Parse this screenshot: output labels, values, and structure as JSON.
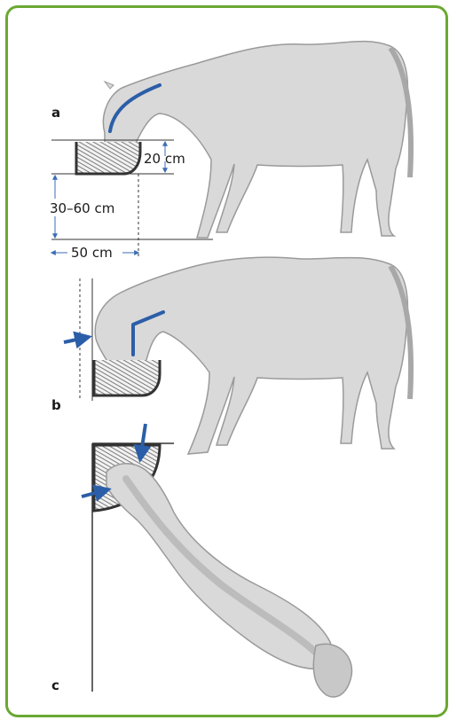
{
  "panels": {
    "a": {
      "label": "a"
    },
    "b": {
      "label": "b"
    },
    "c": {
      "label": "c"
    }
  },
  "dimensions": {
    "trough_height": "20 cm",
    "trough_floor": "30–60 cm",
    "trough_width": "50 cm"
  },
  "colors": {
    "border": "#6aa832",
    "horse_fill": "#d9d9d9",
    "horse_stroke": "#9a9a9a",
    "arrow_blue": "#2b5ea8",
    "dimension_blue": "#3a6db5",
    "line_dark": "#333333"
  },
  "icons": [
    "horse-side-view",
    "horse-top-view",
    "hay-trough",
    "pressure-arrow"
  ]
}
